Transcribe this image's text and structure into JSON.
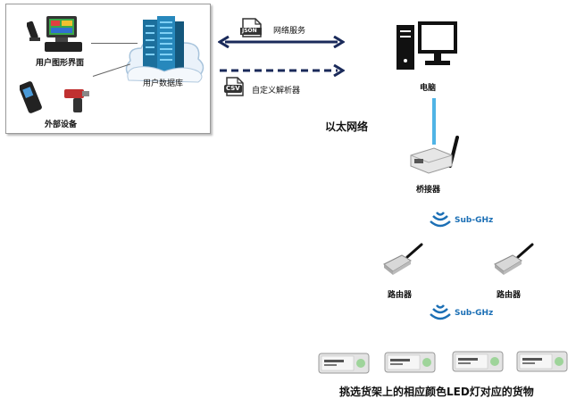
{
  "system_box": {
    "gui_label": "用户图形界面",
    "database_label": "用户数据库",
    "devices_label": "外部设备"
  },
  "links": {
    "web_service_label": "网络服务",
    "json_icon_text": "JSON",
    "custom_parser_label": "自定义解析器",
    "csv_icon_text": "CSV"
  },
  "computer_label": "电脑",
  "ethernet_label": "以太网络",
  "bridge_label": "桥接器",
  "subghz_label_1": "Sub-GHz",
  "router_left_label": "路由器",
  "router_right_label": "路由器",
  "subghz_label_2": "Sub-GHz",
  "caption": "挑选货架上的相应颜色LED灯对应的货物",
  "colors": {
    "arrow": "#1a2a5a",
    "ethernet_line": "#4fb4e6",
    "wireless": "#1b6fb5",
    "server": "#1c6f9c"
  }
}
